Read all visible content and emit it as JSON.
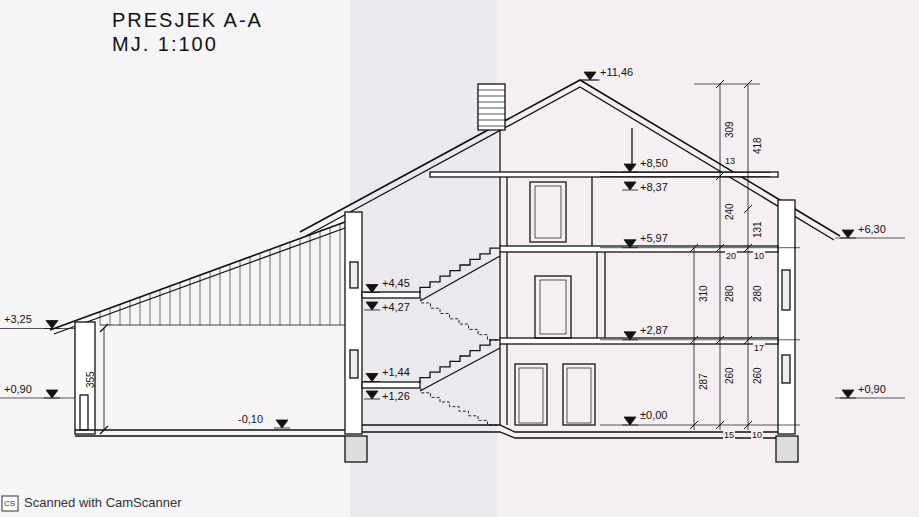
{
  "diagram": {
    "title": "PRESJEK A-A MJ. 1:100",
    "labels": [
      "+11,46",
      "309",
      "418",
      "13",
      "+8,50",
      "+8,37",
      "240",
      "131",
      "+6,30",
      "+5,97",
      "20",
      "10",
      "310",
      "280",
      "280",
      "+4,45",
      "+4,27",
      "+2,87",
      "17",
      "287",
      "260",
      "260",
      "+1,44",
      "+1,26",
      "+0,90",
      "+0,90",
      "+3,25",
      "355",
      "-0,10",
      "±0,00",
      "15",
      "10",
      "Scanned with CamScanner",
      "CS"
    ]
  }
}
